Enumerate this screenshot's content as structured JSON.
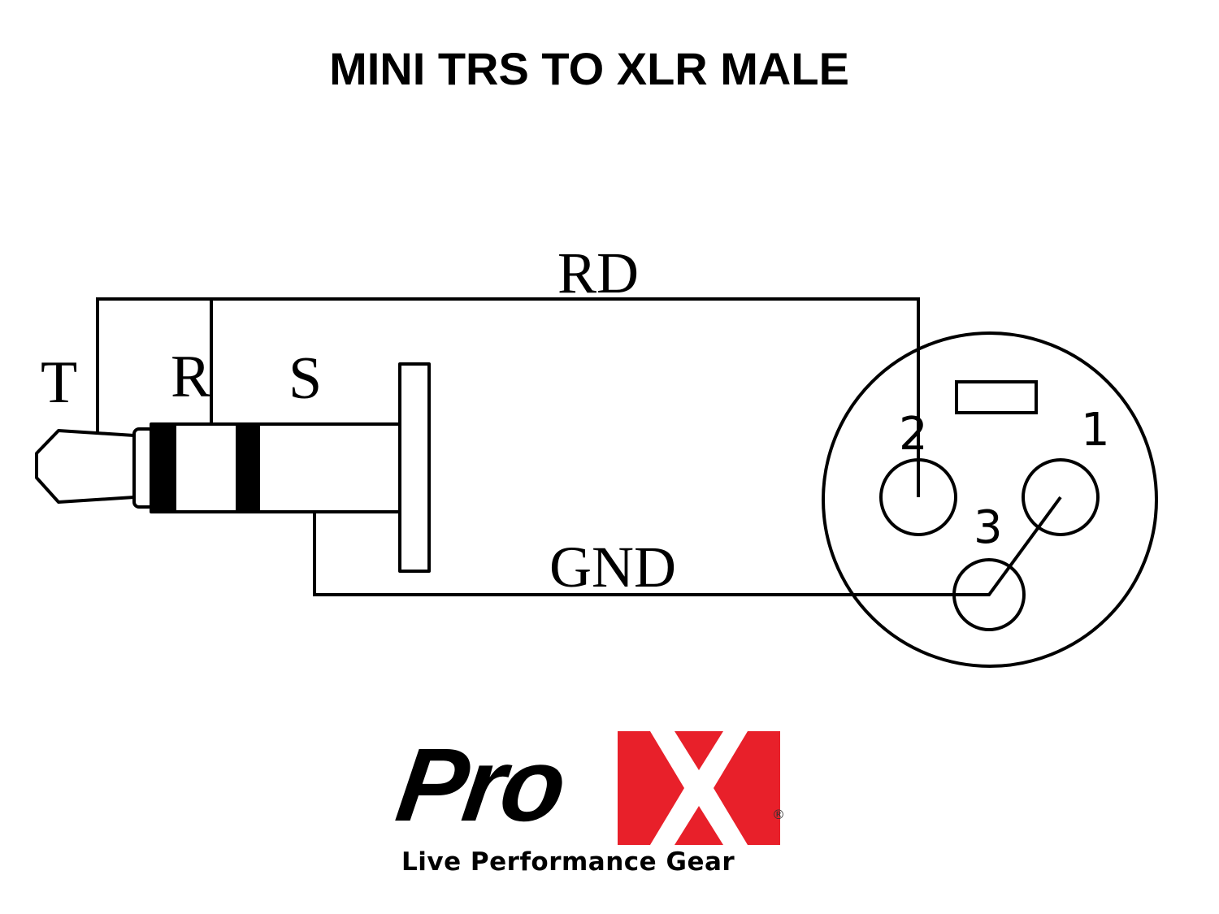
{
  "title": "MINI TRS TO XLR MALE",
  "trs_connector": {
    "labels": {
      "tip": "T",
      "ring": "R",
      "sleeve": "S"
    }
  },
  "wires": {
    "signal": {
      "label": "RD",
      "from": "T+R",
      "to": "pin 2"
    },
    "ground": {
      "label": "GND",
      "from": "S",
      "to": "pin 3 + pin 1"
    }
  },
  "xlr_connector": {
    "type": "XLR Male",
    "pins": [
      {
        "number": "1"
      },
      {
        "number": "2"
      },
      {
        "number": "3"
      }
    ]
  },
  "logo": {
    "brand_pro": "Pro",
    "brand_x": "X",
    "registered": "®",
    "tagline": "Live Performance Gear",
    "accent_color": "#e8202a"
  }
}
